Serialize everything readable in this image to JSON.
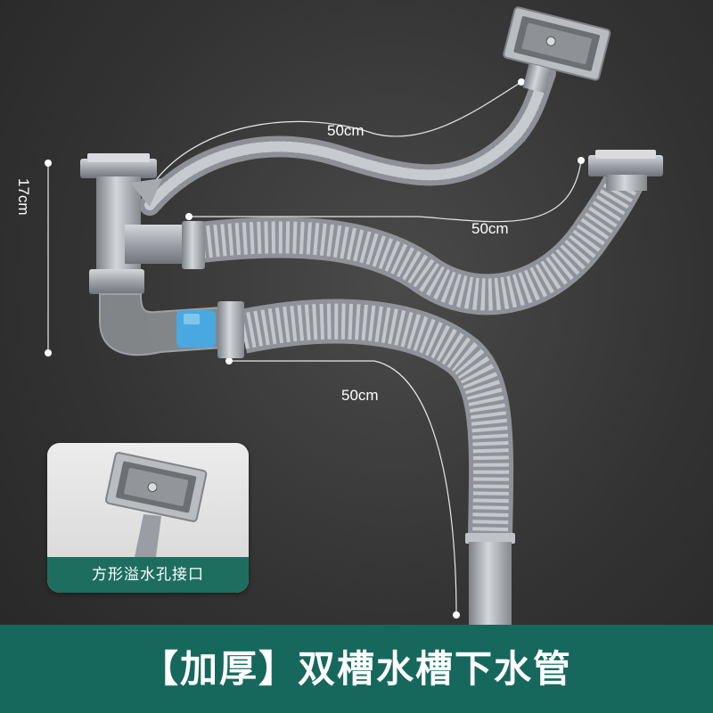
{
  "dimensions": {
    "top_hose": "50cm",
    "middle_hose": "50cm",
    "lower_hose": "50cm",
    "vertical": "17cm"
  },
  "inset": {
    "label": "方形溢水孔接口"
  },
  "title": "【加厚】双槽水槽下水管",
  "colors": {
    "banner": "#16685c",
    "inset_label": "#1e6e5f",
    "background": "#333333",
    "hose": "#a9adb3",
    "trap_accent": "#4aa8e0"
  },
  "icons": [
    "overflow-drain-icon",
    "sink-drain-icon",
    "dimension-line-icon"
  ]
}
